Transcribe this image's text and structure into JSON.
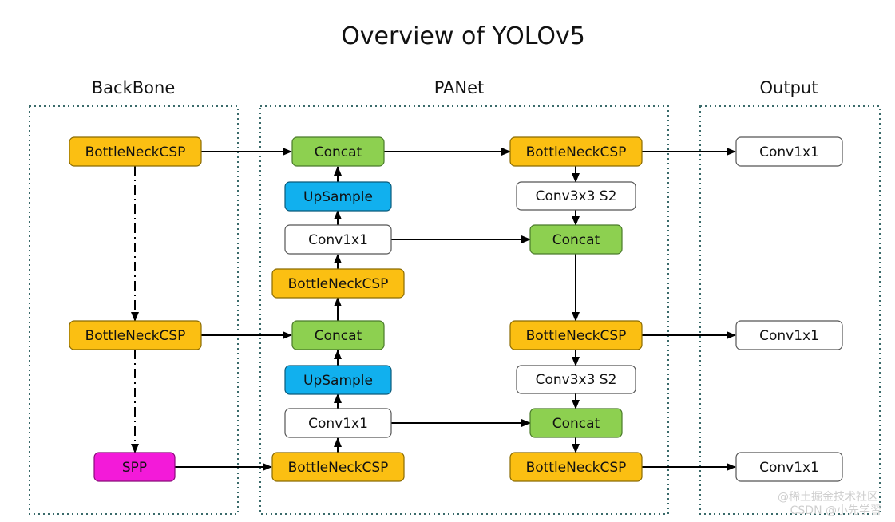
{
  "title": "Overview of YOLOv5",
  "sections": {
    "backbone": "BackBone",
    "panet": "PANet",
    "output": "Output"
  },
  "colors": {
    "csp": "#fbbf12",
    "concat": "#8dd050",
    "upsample": "#11b0ee",
    "conv": "#ffffff",
    "spp": "#f31ad9"
  },
  "nodes": {
    "bb_csp1": "BottleNeckCSP",
    "bb_csp2": "BottleNeckCSP",
    "bb_spp": "SPP",
    "pa_concat1": "Concat",
    "pa_up1": "UpSample",
    "pa_conv1": "Conv1x1",
    "pa_csp1": "BottleNeckCSP",
    "pa_concat2": "Concat",
    "pa_up2": "UpSample",
    "pa_conv2": "Conv1x1",
    "pa_csp2": "BottleNeckCSP",
    "pr_csp1": "BottleNeckCSP",
    "pr_conv3_1": "Conv3x3 S2",
    "pr_concat1": "Concat",
    "pr_csp2": "BottleNeckCSP",
    "pr_conv3_2": "Conv3x3 S2",
    "pr_concat2": "Concat",
    "pr_csp3": "BottleNeckCSP",
    "out_conv1": "Conv1x1",
    "out_conv2": "Conv1x1",
    "out_conv3": "Conv1x1"
  },
  "watermark": {
    "line1": "@稀土掘金技术社区",
    "line2": "CSDN @小先学習"
  }
}
